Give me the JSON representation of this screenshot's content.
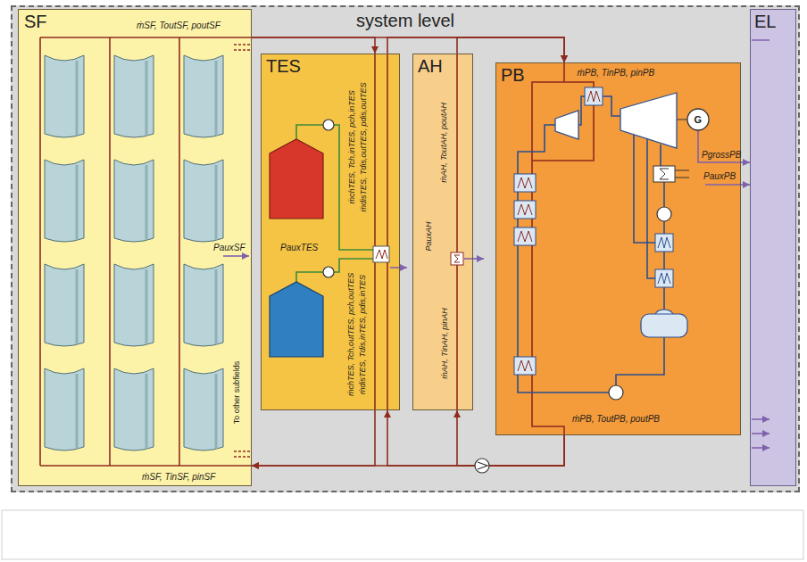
{
  "diagram": {
    "nodes": [
      {
        "text": [
          "system level"
        ]
      },
      {
        "text": [
          "SF"
        ],
        "in": 0
      },
      {
        "text": [
          "TES"
        ],
        "in": 0
      },
      {
        "text": [
          "AH"
        ],
        "in": 0
      },
      {
        "text": [
          "PB"
        ],
        "in": 0
      },
      {
        "text": [
          "EL"
        ],
        "in": 0
      }
    ],
    "edges": [
      {
        "from": 1,
        "to": 4,
        "arrow": "to"
      },
      {
        "from": 1,
        "to": 2,
        "arrow": "to"
      },
      {
        "from": 2,
        "to": 4,
        "arrow": "to"
      },
      {
        "from": 3,
        "to": 4,
        "arrow": "to"
      },
      {
        "from": 4,
        "to": 1,
        "arrow": "to"
      },
      {
        "from": 2,
        "to": 1,
        "arrow": "to"
      },
      {
        "from": 4,
        "to": 2,
        "arrow": "to"
      },
      {
        "from": 4,
        "to": 3,
        "arrow": "to"
      },
      {
        "from": 4,
        "to": 5,
        "arrow": "to"
      },
      {
        "from": 4,
        "to": 5,
        "arrow": "to"
      }
    ],
    "labels": [
      "ṁSF, ToutSF, poutSF",
      "ṁSF, TinSF, pinSF",
      "To other subfields",
      "PauxSF",
      "ṁchTES, Tch,inTES, pch,inTES",
      "ṁdisTES, Tdis,outTES, pdis,outTES",
      "ṁchTES, Tch,outTES, pch,outTES",
      "ṁdisTES, Tdis,inTES, pdis,inTES",
      "PauxTES",
      "ṁAH, ToutAH, poutAH",
      "ṁAH, TinAH, pinAH",
      "PauxAH",
      "ṁPB, TinPB, pinPB",
      "ṁPB, ToutPB, poutPB",
      "PgrossPB",
      "PauxPB",
      "G"
    ]
  }
}
